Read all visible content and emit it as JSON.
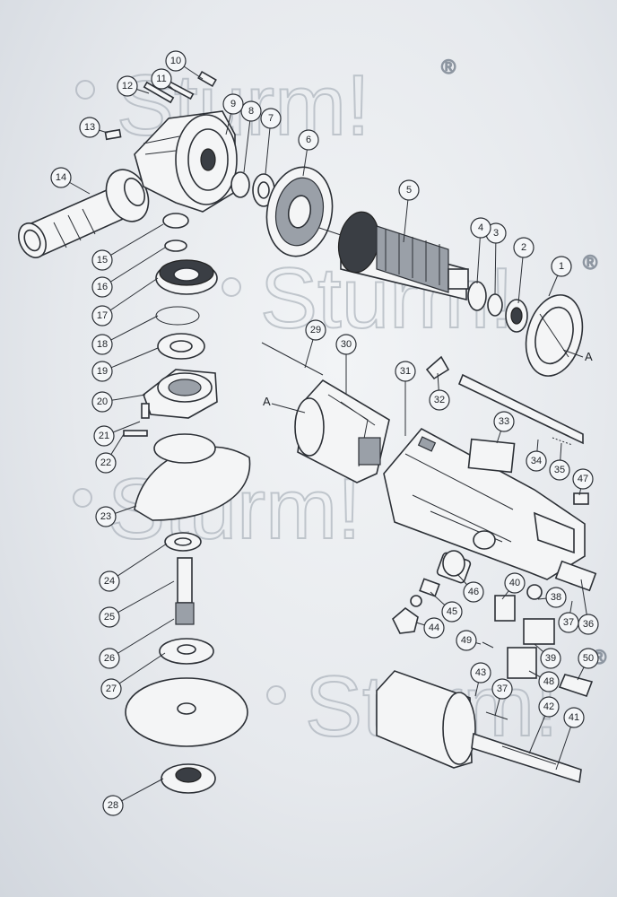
{
  "watermark": {
    "brand": "Sturm!",
    "registered": "®"
  },
  "refs": {
    "a_left": "A",
    "a_right": "A"
  },
  "labels": [
    "1",
    "2",
    "3",
    "4",
    "5",
    "6",
    "7",
    "8",
    "9",
    "10",
    "11",
    "12",
    "13",
    "14",
    "15",
    "16",
    "17",
    "18",
    "19",
    "20",
    "21",
    "22",
    "23",
    "24",
    "25",
    "26",
    "27",
    "28",
    "29",
    "30",
    "31",
    "32",
    "33",
    "34",
    "35",
    "36",
    "37",
    "37",
    "38",
    "39",
    "40",
    "41",
    "42",
    "43",
    "44",
    "45",
    "46",
    "47",
    "48",
    "49",
    "50"
  ]
}
